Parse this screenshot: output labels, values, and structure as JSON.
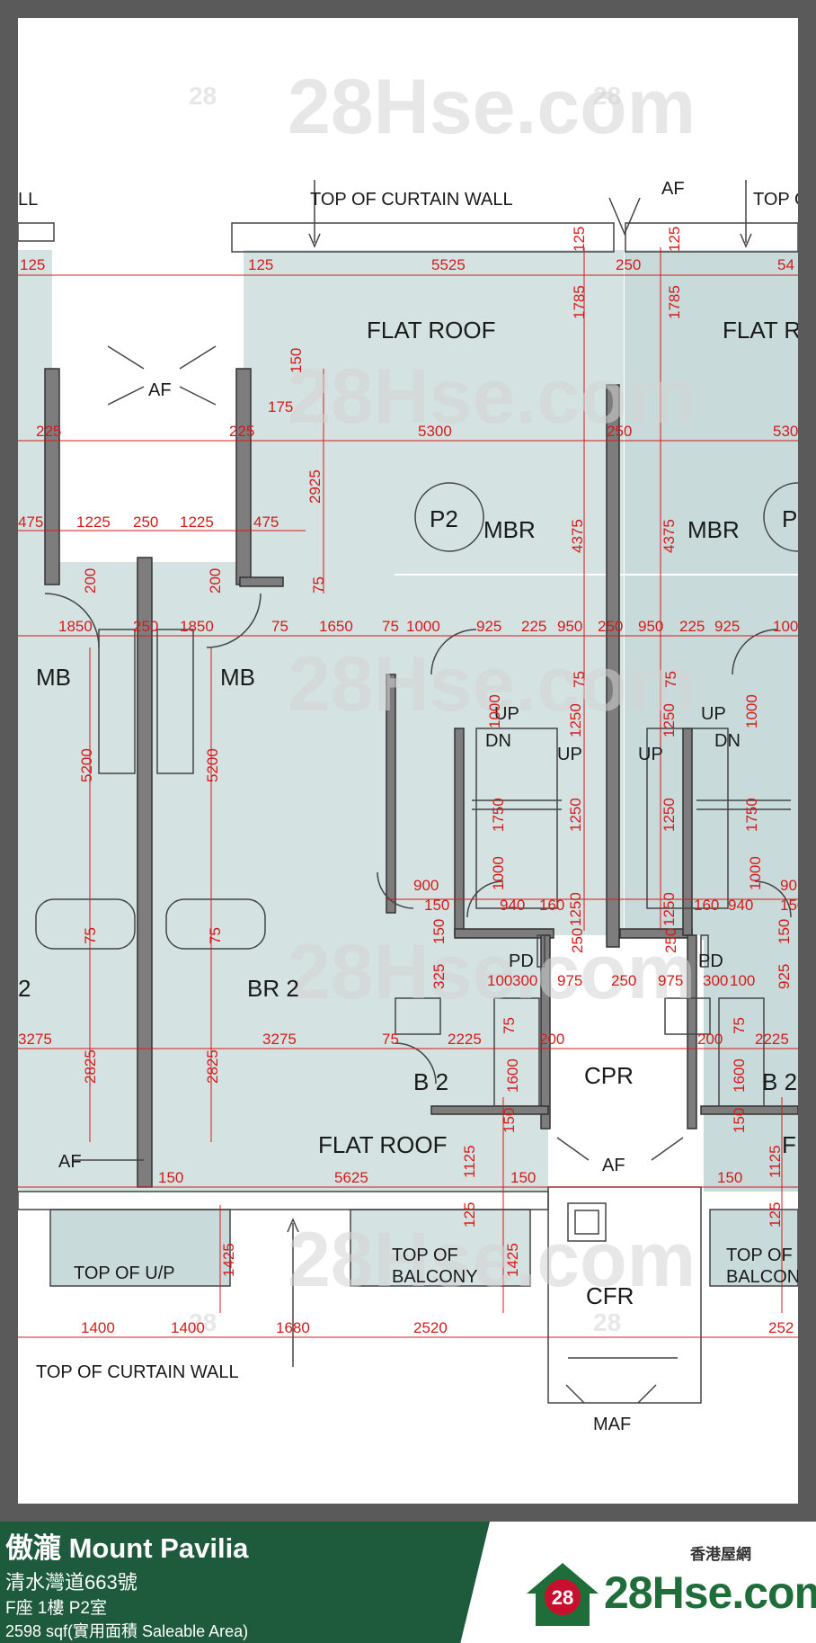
{
  "floorplan": {
    "labels": {
      "top_of_curtain_wall_top_left": "TOP OF CURTAIN WALL",
      "top_of_curtain_wall_top_right": "TOP OF",
      "top_of_curtain_wall_bottom": "TOP OF CURTAIN WALL",
      "edge_ll": "LL",
      "af_top": "AF",
      "af_left": "AF",
      "af_bottom_left": "AF",
      "af_bottom_mid": "AF",
      "flat_roof_top": "FLAT ROOF",
      "flat_roof_top_right": "FLAT R",
      "flat_roof_bottom": "FLAT ROOF",
      "flat_roof_bottom_right": "F",
      "unit_tag": "P2",
      "unit_tag_right": "P",
      "mbr": "MBR",
      "mbr_right": "MBR",
      "mb_left": "MB",
      "mb_right": "MB",
      "br2": "BR 2",
      "br2_edge": "2",
      "b2": "B 2",
      "b2_right": "B 2",
      "cpr": "CPR",
      "cfr": "CFR",
      "maf": "MAF",
      "up1": "UP",
      "dn1": "DN",
      "up2": "UP",
      "up3": "UP",
      "up4": "UP",
      "dn2": "DN",
      "pd1": "PD",
      "pd2": "PD",
      "top_of_up": "TOP OF U/P",
      "top_of_balcony_1": "TOP OF",
      "top_of_balcony_2": "BALCONY",
      "top_of_balcony_r1": "TOP OF",
      "top_of_balcony_r2": "BALCON"
    },
    "dimensions": {
      "d125a": "125",
      "d125b": "125",
      "d5525": "5525",
      "d125c": "125",
      "d250a": "250",
      "d125d": "125",
      "d54": "54",
      "d1785a": "1785",
      "d1785b": "1785",
      "d150a": "150",
      "d175": "175",
      "d225a": "225",
      "d225b": "225",
      "d5300": "5300",
      "d250b": "250",
      "d530": "530",
      "d2925": "2925",
      "d475a": "475",
      "d1225a": "1225",
      "d250c": "250",
      "d1225b": "1225",
      "d475b": "475",
      "d4375a": "4375",
      "d4375b": "4375",
      "d200a": "200",
      "d200b": "200",
      "d75a": "75",
      "d1850a": "1850",
      "d250d": "250",
      "d1850b": "1850",
      "d75b": "75",
      "d1650": "1650",
      "d75c": "75",
      "d1000a": "1000",
      "d925a": "925",
      "d225c": "225",
      "d950a": "950",
      "d250e": "250",
      "d950b": "950",
      "d225d": "225",
      "d925b": "925",
      "d100": "100",
      "d75d": "75",
      "d75e": "75",
      "d5200a": "5200",
      "d5200b": "5200",
      "d1000b": "1000",
      "d1000c": "1000",
      "d1250a": "1250",
      "d1250b": "1250",
      "d1750a": "1750",
      "d1750b": "1750",
      "d1250c": "1250",
      "d1250d": "1250",
      "d1000d": "1000",
      "d1000e": "1000",
      "d1250e": "1250",
      "d1250f": "1250",
      "d900a": "900",
      "d150b": "150",
      "d940a": "940",
      "d160a": "160",
      "d160b": "160",
      "d940b": "940",
      "d90": "90",
      "d150c": "150",
      "d75f": "75",
      "d75g": "75",
      "d325": "325",
      "d150d": "150",
      "d100a": "100",
      "d300a": "300",
      "d975a": "975",
      "d250f": "250",
      "d975b": "975",
      "d300b": "300",
      "d100b": "100",
      "d925c": "925",
      "d150e": "150",
      "d250g": "250",
      "d250h": "250",
      "d3275a": "3275",
      "d2825a": "2825",
      "d3275b": "3275",
      "d2825b": "2825",
      "d75h": "75",
      "d2225a": "2225",
      "d75i": "75",
      "d1600a": "1600",
      "d200c": "200",
      "d200d": "200",
      "d75j": "75",
      "d1600b": "1600",
      "d2225b": "2225",
      "d150f": "150",
      "d150g": "150",
      "d1125a": "1125",
      "d1125b": "1125",
      "d150h": "150",
      "d5625": "5625",
      "d150i": "150",
      "d150j": "150",
      "d125e": "125",
      "d125f": "125",
      "d1425a": "1425",
      "d1425b": "1425",
      "d1400a": "1400",
      "d1400b": "1400",
      "d1680": "1680",
      "d2520": "2520",
      "d252": "252"
    },
    "watermark": "28Hse.com",
    "watermark_badge": "28"
  },
  "footer": {
    "title": "傲瀧 Mount Pavilia",
    "address": "清水灣道663號",
    "unit": "F座 1樓 P2室",
    "area": "2598 sqf(實用面積 Saleable Area)",
    "logo_cn": "香港屋網",
    "logo_text": "28Hse.com",
    "logo_badge": "28"
  },
  "colors": {
    "wall": "#7d7d7d",
    "room_fill": "#d4e2e2",
    "dimension": "#d81a1a",
    "footer_green": "#1e5a3c",
    "logo_green": "#1f6e3a",
    "logo_red": "#c8102e"
  }
}
